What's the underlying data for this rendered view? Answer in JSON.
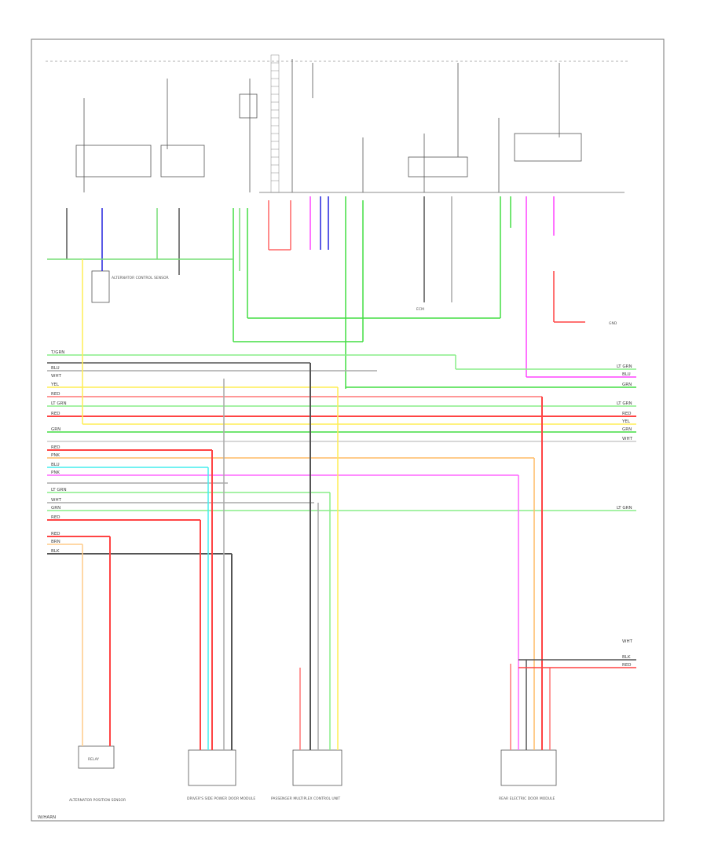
{
  "diagram": {
    "labels": {
      "left_1": "T/GRN",
      "left_2": "BLU",
      "left_3": "WHT",
      "left_4": "YEL",
      "left_5": "RED",
      "left_6": "LT GRN",
      "left_7": "RED",
      "left_8": "GRN",
      "left_9": "PNK",
      "left_10": "RED",
      "left_11": "BLU",
      "left_12": "PNK",
      "left_13": "LT GRN",
      "left_14": "WHT",
      "left_15": "GRN",
      "left_16": "RED",
      "left_17": "RED",
      "left_18": "BRN",
      "left_19": "BLK",
      "right_1": "LT GRN",
      "right_2": "GRN",
      "right_3": "BLU",
      "right_4": "LT GRN",
      "right_5": "RED",
      "right_6": "YEL",
      "right_7": "GRN",
      "right_8": "WHT",
      "right_9": "LT GRN",
      "right_10": "WHT",
      "right_11": "BLK",
      "right_12": "RED",
      "comp_1": "ALTERNATOR\nCONTROL\nSENSOR",
      "comp_2": "ECM",
      "comp_3": "RELAY",
      "comp_4": "GND",
      "comp_bottom_1": "ALTERNATOR\nPOSITION\nSENSOR",
      "comp_bottom_2": "DRIVER'S SIDE\nPOWER DOOR\nMODULE",
      "comp_bottom_3": "PASSENGER\nMULTIPLEX CONTROL\nUNIT",
      "comp_bottom_4": "REAR ELECTRIC\nDOOR MODULE",
      "footer": "W/HARN"
    }
  }
}
